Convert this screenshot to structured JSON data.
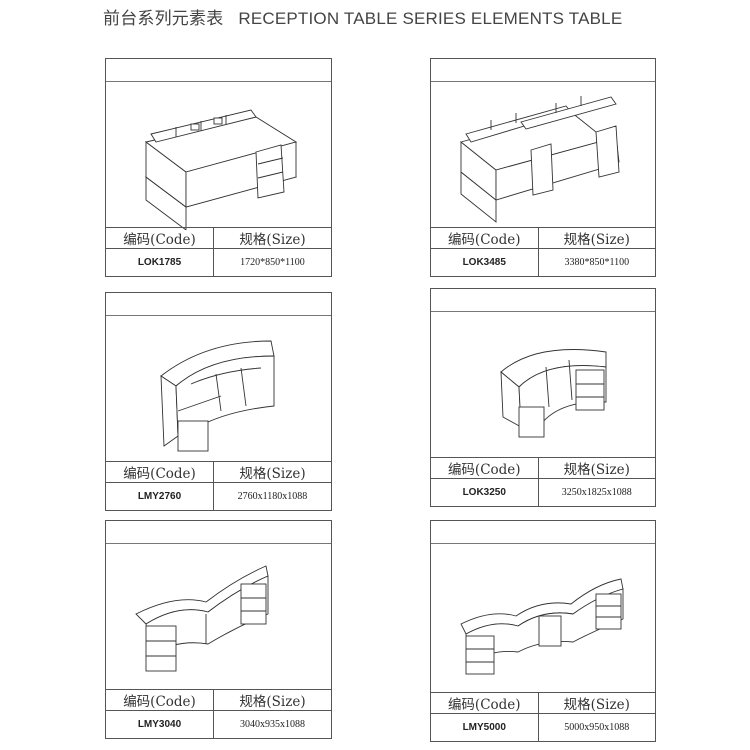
{
  "page": {
    "title_cn": "前台系列元素表",
    "title_en": "RECEPTION TABLE SERIES ELEMENTS TABLE"
  },
  "table_header": {
    "code_label": "编码(Code)",
    "size_label": "规格(Size)"
  },
  "products": [
    {
      "code": "LOK1785",
      "size": "1720*850*1100"
    },
    {
      "code": "LOK3485",
      "size": "3380*850*1100"
    },
    {
      "code": "LMY2760",
      "size": "2760x1180x1088"
    },
    {
      "code": "LOK3250",
      "size": "3250x1825x1088"
    },
    {
      "code": "LMY3040",
      "size": "3040x935x1088"
    },
    {
      "code": "LMY5000",
      "size": "5000x950x1088"
    }
  ]
}
